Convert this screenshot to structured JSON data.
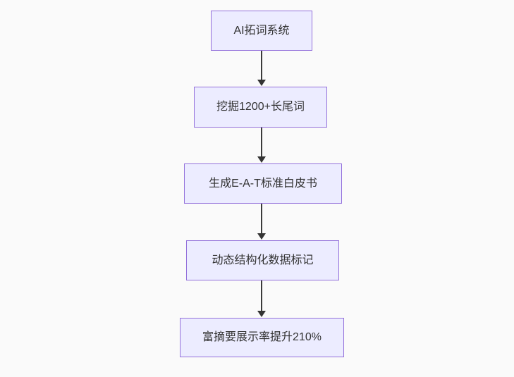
{
  "page": {
    "background_color": "#fafafa"
  },
  "flowchart": {
    "type": "flowchart",
    "direction": "top-down",
    "node_fill_color": "#ECECFF",
    "node_border_color": "#9370DB",
    "text_color": "#333333",
    "arrow_color": "#333333",
    "steps": [
      {
        "label": "AI拓词系统"
      },
      {
        "label": "挖掘1200+长尾词"
      },
      {
        "label": "生成E-A-T标准白皮书"
      },
      {
        "label": "动态结构化数据标记"
      },
      {
        "label": "富摘要展示率提升210%"
      }
    ]
  }
}
